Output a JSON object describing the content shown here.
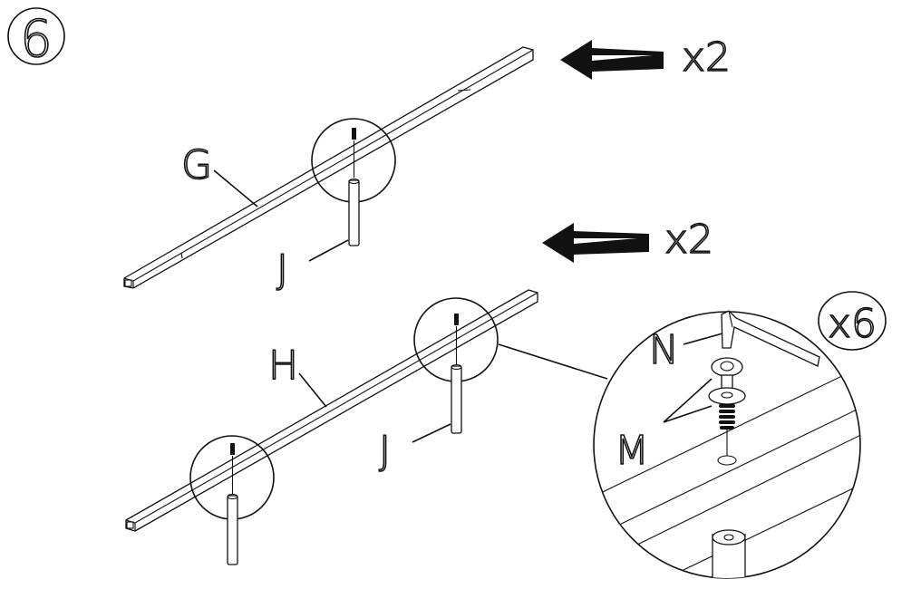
{
  "step": {
    "number": "6"
  },
  "quantities": {
    "top_rail": "x2",
    "bottom_rail": "x2",
    "hardware": "x6"
  },
  "parts": {
    "g": "G",
    "h": "H",
    "j_top": "J",
    "j_bottom": "J",
    "m": "M",
    "n": "N"
  },
  "colors": {
    "ink": "#111111",
    "paper": "#ffffff"
  }
}
